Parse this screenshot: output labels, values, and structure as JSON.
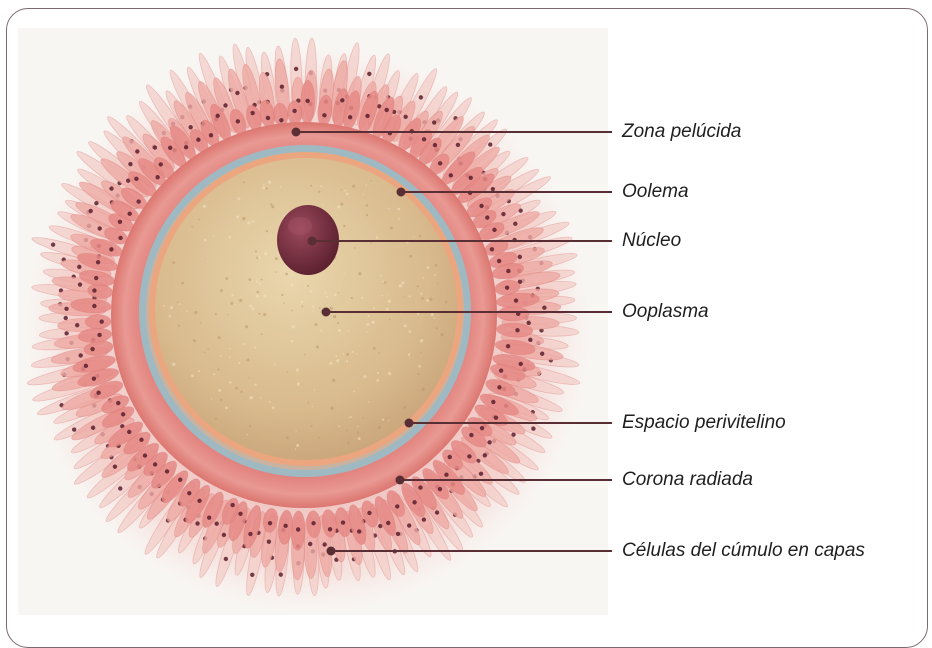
{
  "labels": [
    "Zona pelúcida",
    "Oolema",
    "Núcleo",
    "Ooplasma",
    "Espacio perivitelino",
    "Corona radiada",
    "Células del cúmulo en capas"
  ],
  "colors": {
    "frame": "#7d6a70",
    "leader": "#5a2e35",
    "zona": "#e0847f",
    "perivitelline": "#9fb9c3",
    "oolemma": "#eba67f",
    "ooplasm": "#d6b88c",
    "nucleus": "#6e2a3a",
    "corona": "#e69894"
  }
}
